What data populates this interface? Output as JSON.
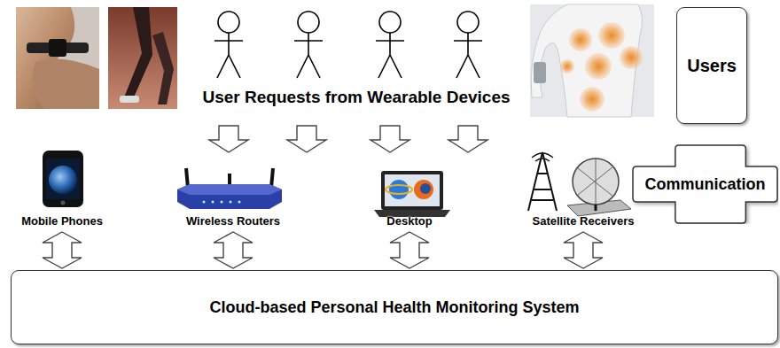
{
  "diagram": {
    "nodes": [
      {
        "text": [
          "Users"
        ]
      },
      {
        "text": [
          "Mobile Phones"
        ]
      },
      {
        "text": [
          "Wireless Routers"
        ]
      },
      {
        "text": [
          "Desktop"
        ]
      },
      {
        "text": [
          "Satellite Receivers"
        ]
      },
      {
        "text": [
          "Communication"
        ]
      },
      {
        "text": [
          "Cloud-based Personal Health Monitoring System"
        ]
      }
    ],
    "edges": [
      {
        "from": 1,
        "to": 6,
        "arrow": "both"
      },
      {
        "from": 2,
        "to": 6,
        "arrow": "both"
      },
      {
        "from": 3,
        "to": 6,
        "arrow": "both"
      },
      {
        "from": 4,
        "to": 6,
        "arrow": "both"
      }
    ],
    "labels": [
      "User Requests from Wearable Devices"
    ]
  }
}
